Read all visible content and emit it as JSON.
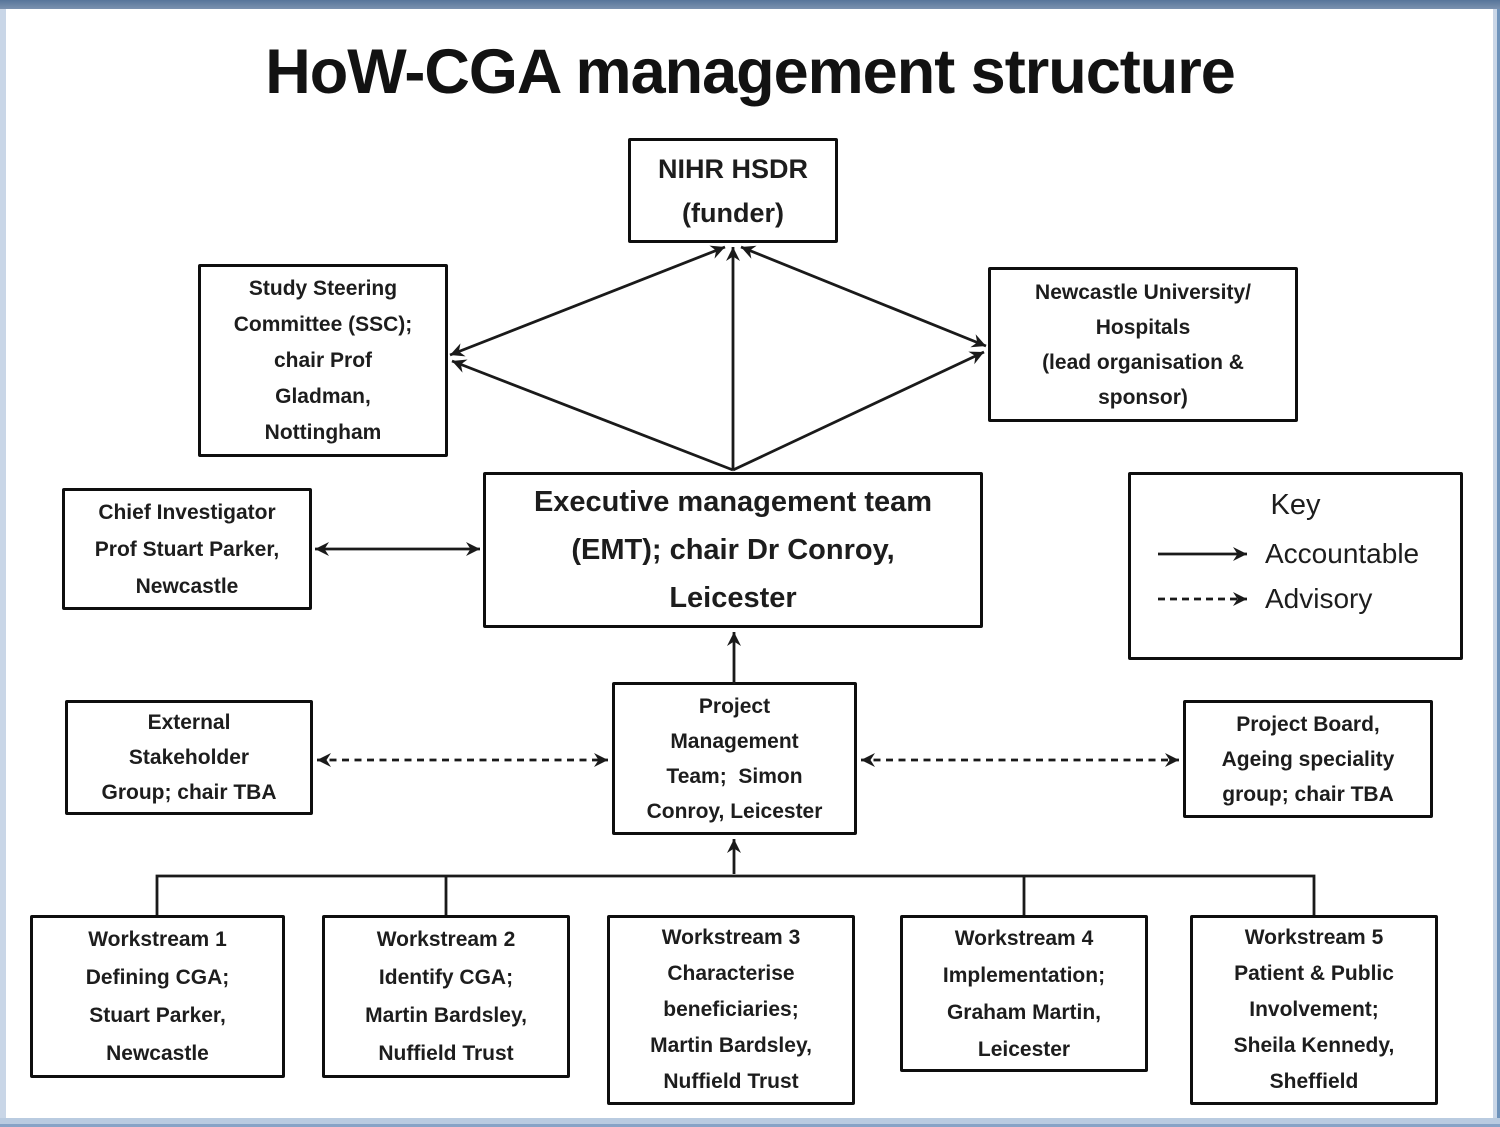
{
  "title": "HoW-CGA management structure",
  "key": {
    "title": "Key",
    "items": [
      {
        "style": "solid",
        "label": "Accountable"
      },
      {
        "style": "dashed",
        "label": "Advisory"
      }
    ]
  },
  "nodes": {
    "funder": {
      "lines": [
        "NIHR HSDR",
        "(funder)"
      ]
    },
    "ssc": {
      "lines": [
        "Study Steering",
        "Committee (SSC);",
        "chair Prof",
        "Gladman,",
        "Nottingham"
      ]
    },
    "newcastle": {
      "lines": [
        "Newcastle University/",
        "Hospitals",
        "(lead organisation &",
        "sponsor)"
      ]
    },
    "emt": {
      "lines": [
        "Executive management team",
        "(EMT); chair Dr Conroy,",
        "Leicester"
      ]
    },
    "chief_investigator": {
      "lines": [
        "Chief Investigator",
        "Prof Stuart Parker,",
        "Newcastle"
      ]
    },
    "pmt": {
      "lines": [
        "Project",
        "Management",
        "Team;  Simon",
        "Conroy, Leicester"
      ]
    },
    "external_stakeholder": {
      "lines": [
        "External",
        "Stakeholder",
        "Group; chair TBA"
      ]
    },
    "project_board": {
      "lines": [
        "Project Board,",
        "Ageing speciality",
        "group; chair TBA"
      ]
    },
    "ws1": {
      "lines": [
        "Workstream 1",
        "Defining CGA;",
        "Stuart Parker,",
        "Newcastle"
      ]
    },
    "ws2": {
      "lines": [
        "Workstream 2",
        "Identify CGA;",
        "Martin Bardsley,",
        "Nuffield Trust"
      ]
    },
    "ws3": {
      "lines": [
        "Workstream 3",
        "Characterise",
        "beneficiaries;",
        "Martin Bardsley,",
        "Nuffield Trust"
      ]
    },
    "ws4": {
      "lines": [
        "Workstream 4",
        "Implementation;",
        "Graham Martin,",
        "Leicester"
      ]
    },
    "ws5": {
      "lines": [
        "Workstream 5",
        "Patient & Public",
        "Involvement;",
        "Sheila Kennedy,",
        "Sheffield"
      ]
    }
  },
  "colors": {
    "line": "#1a1a1a",
    "box_border": "#0e0e0e",
    "frame_top": "#6d87a6",
    "frame_side": "#c9d6e7",
    "frame_edge": "#6e93bb",
    "background": "#ffffff"
  }
}
